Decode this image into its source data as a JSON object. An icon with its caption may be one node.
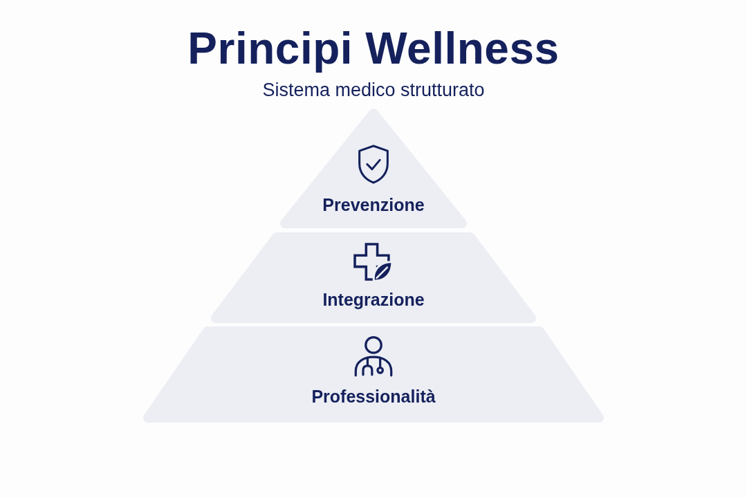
{
  "diagram": {
    "title": "Principi Wellness",
    "nodes": [
      {
        "text": [
          "Prevenzione"
        ]
      },
      {
        "text": [
          "Integrazione"
        ]
      },
      {
        "text": [
          "Professionalità"
        ]
      }
    ],
    "labels": [
      "Sistema medico strutturato"
    ]
  }
}
